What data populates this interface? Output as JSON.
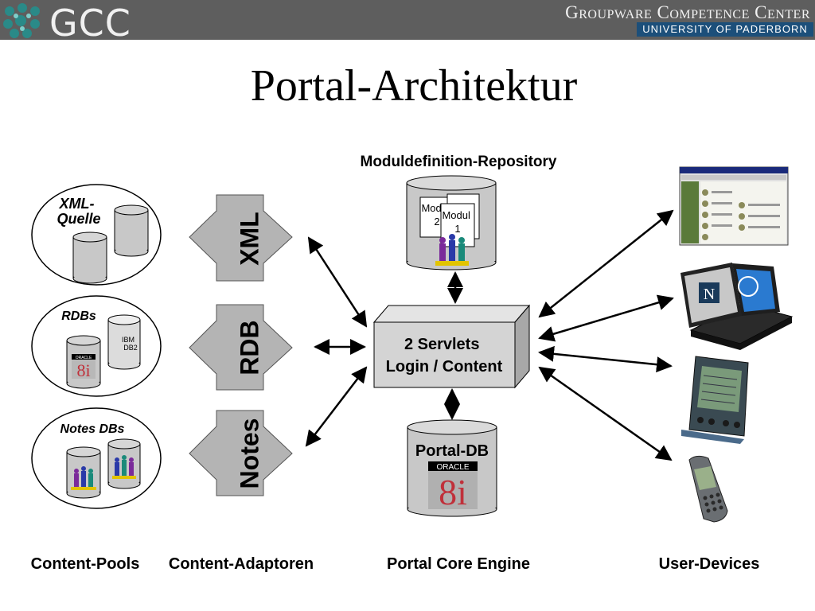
{
  "header": {
    "logo_text": "GCC",
    "org_name": "Groupware Competence Center",
    "university": "UNIVERSITY OF PADERBORN"
  },
  "title": "Portal-Architektur",
  "content_pools": {
    "xml_source": [
      "XML-",
      "Quelle"
    ],
    "rdbs": "RDBs",
    "notes_dbs": "Notes DBs",
    "ibm_label": "IBM",
    "db2_label": "DB2",
    "oracle_label": "ORACLE",
    "oracle_version": "8i"
  },
  "adaptors": [
    "XML",
    "RDB",
    "Notes"
  ],
  "repository": {
    "title": "Moduldefinition-Repository",
    "module2": [
      "Modul",
      "2"
    ],
    "module1": [
      "Modul",
      "1"
    ]
  },
  "servlets": [
    "2 Servlets",
    "Login / Content"
  ],
  "portal_db": {
    "title": "Portal-DB",
    "oracle_label": "ORACLE",
    "oracle_version": "8i"
  },
  "devices": {
    "netscape_letter": "N"
  },
  "footer": {
    "content_pools": "Content-Pools",
    "content_adaptors": "Content-Adaptoren",
    "core_engine": "Portal Core Engine",
    "user_devices": "User-Devices"
  },
  "colors": {
    "header_bg": "#5e5e5e",
    "university_band": "#1c4f7a",
    "cylinder": "#c8c8c8",
    "adaptor": "#b4b4b4",
    "oracle_red": "#c0303a"
  }
}
